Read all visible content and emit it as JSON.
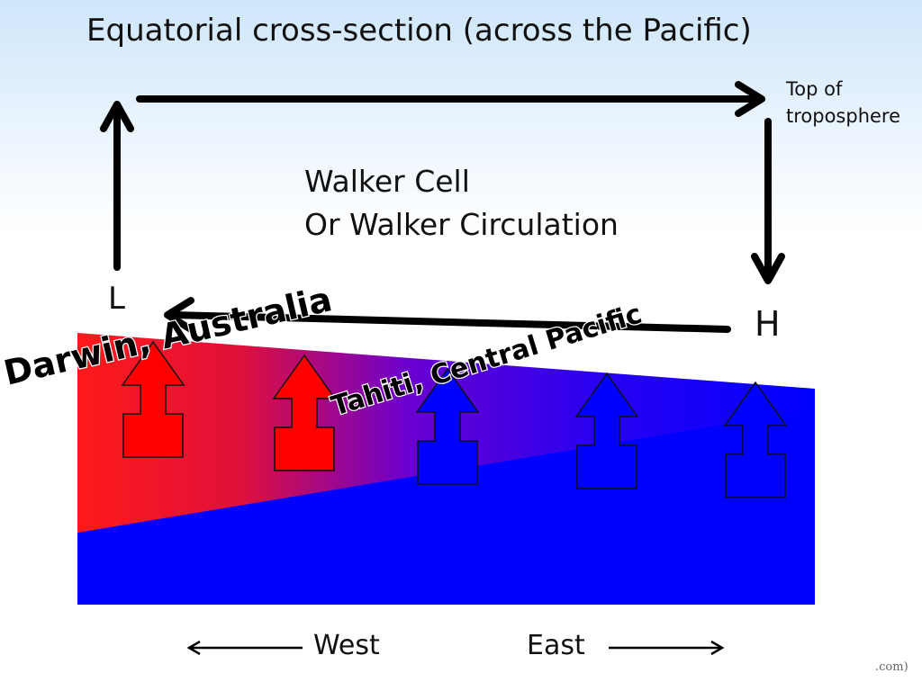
{
  "title": "Equatorial cross-section (across the Pacific)",
  "top_label_line1": "Top of",
  "top_label_line2": "troposphere",
  "cell_name_line1": "Walker Cell",
  "cell_name_line2": "Or Walker Circulation",
  "low_pressure": "L",
  "high_pressure": "H",
  "west_location": "Darwin, Australia",
  "east_location": "Tahiti, Central Pacific",
  "direction_west": "West",
  "direction_east": "East",
  "source_fragment": ".com)",
  "colors": {
    "warm_water": "#ff1a1a",
    "cool_water": "#0000ff",
    "arrow_warm": "#ff0000",
    "arrow_cool": "#0000ff",
    "circulation_line": "#000000"
  },
  "upwelling_arrows": [
    "warm",
    "warm",
    "cool",
    "cool",
    "cool"
  ]
}
